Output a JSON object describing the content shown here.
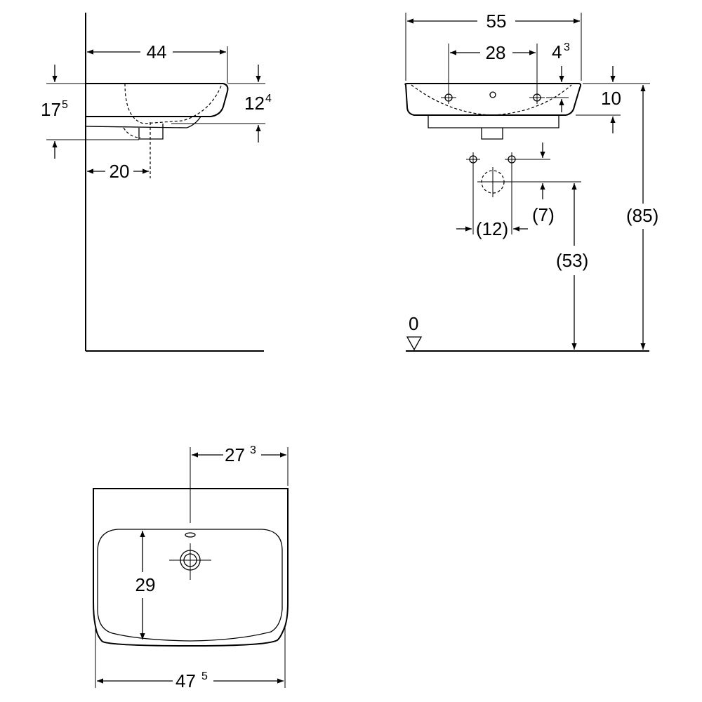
{
  "side_view": {
    "width_label": {
      "main": "44",
      "sup": ""
    },
    "height_left_label": {
      "main": "17",
      "sup": "5"
    },
    "height_right_label": {
      "main": "12",
      "sup": "4"
    },
    "drain_offset_label": {
      "main": "20",
      "sup": ""
    }
  },
  "front_view": {
    "overall_width_label": {
      "main": "55",
      "sup": ""
    },
    "hole_spacing_label": {
      "main": "28",
      "sup": ""
    },
    "rim_offset_label": {
      "main": "4",
      "sup": "3"
    },
    "rim_thickness_label": {
      "main": "10",
      "sup": ""
    },
    "supply_spacing_label": {
      "main": "(12)",
      "sup": ""
    },
    "supply_drop_label": {
      "main": "(7)",
      "sup": ""
    },
    "drain_height_label": {
      "main": "(53)",
      "sup": ""
    },
    "rim_height_label": {
      "main": "(85)",
      "sup": ""
    },
    "floor_level_label": {
      "main": "0",
      "sup": ""
    }
  },
  "top_view": {
    "tap_offset_label": {
      "main": "27",
      "sup": "3"
    },
    "bowl_depth_label": {
      "main": "29",
      "sup": ""
    },
    "overall_width_label": {
      "main": "47",
      "sup": "5"
    }
  }
}
